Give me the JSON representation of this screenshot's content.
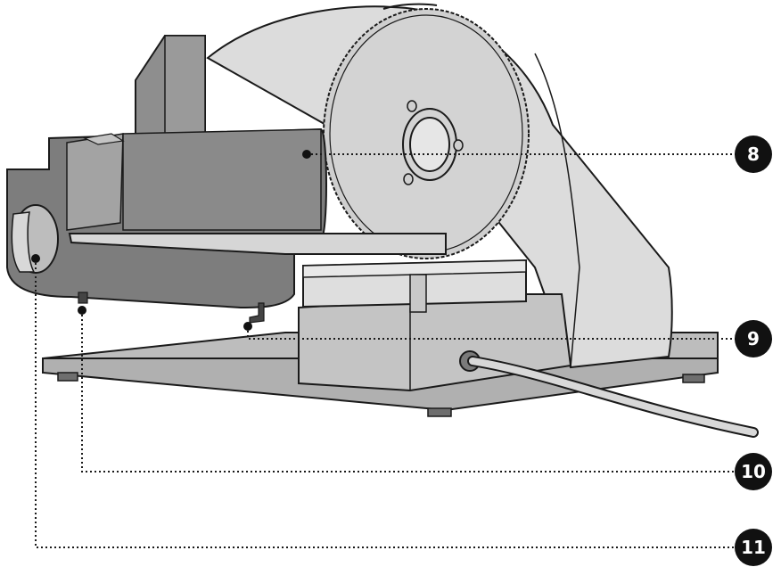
{
  "diagram": {
    "callouts": [
      {
        "id": "8",
        "label": "8"
      },
      {
        "id": "9",
        "label": "9"
      },
      {
        "id": "10",
        "label": "10"
      },
      {
        "id": "11",
        "label": "11"
      }
    ]
  },
  "colors": {
    "outline": "#1a1a1a",
    "housing_light": "#d8d8d8",
    "blade": "#cfcfcf",
    "carriage_dark": "#7a7a7a",
    "base": "#bdbdbd",
    "badge": "#111111"
  }
}
